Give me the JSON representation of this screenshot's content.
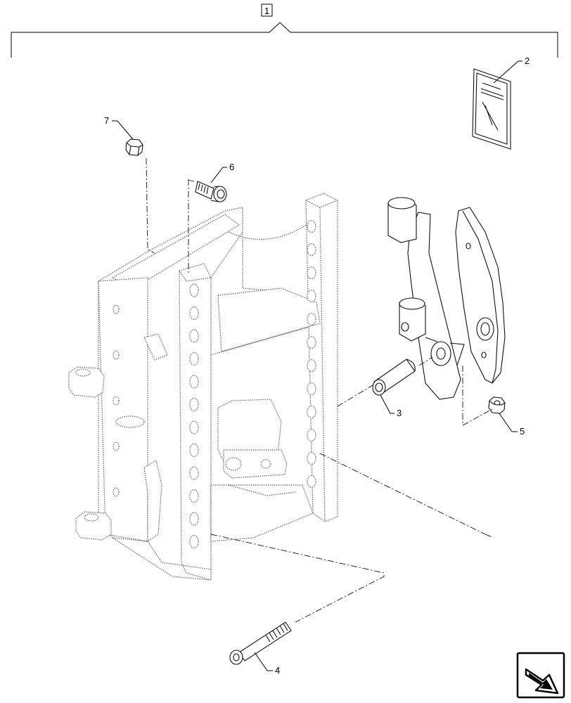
{
  "diagram": {
    "assembly_label": "1",
    "callouts": [
      {
        "id": "callout-2",
        "label": "2"
      },
      {
        "id": "callout-3",
        "label": "3"
      },
      {
        "id": "callout-4",
        "label": "4"
      },
      {
        "id": "callout-5",
        "label": "5"
      },
      {
        "id": "callout-6",
        "label": "6"
      },
      {
        "id": "callout-7",
        "label": "7"
      }
    ],
    "nav_icon": "next-page-arrow-icon"
  }
}
